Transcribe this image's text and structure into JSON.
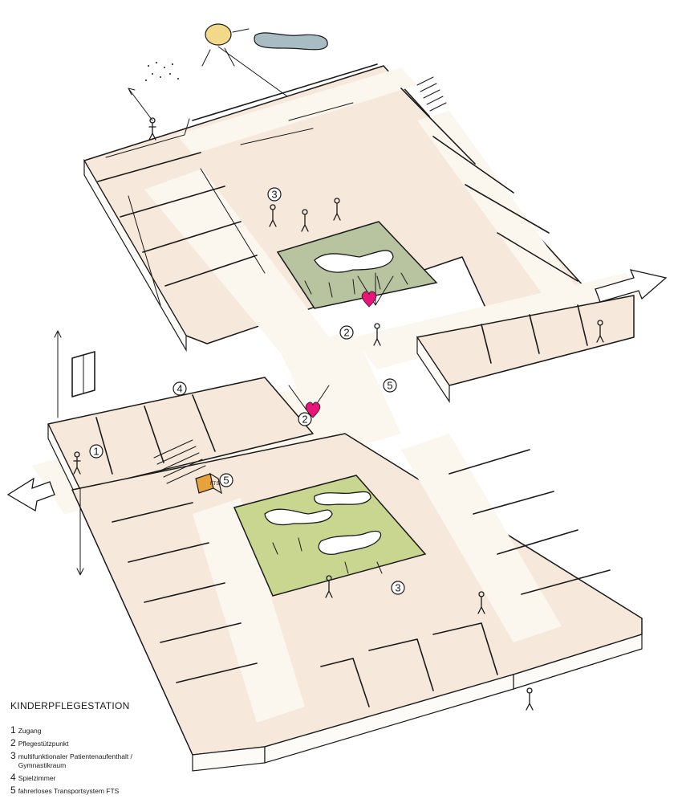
{
  "legend": {
    "title": "KINDERPFLEGESTATION",
    "items": [
      {
        "num": "1",
        "label": "Zugang"
      },
      {
        "num": "2",
        "label": "Pflegestützpunkt"
      },
      {
        "num": "3",
        "label": "multifunktionaler Patientenaufenthalt /\nGymnastikraum"
      },
      {
        "num": "4",
        "label": "Spielzimmer"
      },
      {
        "num": "5",
        "label": "fahrerloses Transportsystem FTS"
      }
    ]
  },
  "markers": [
    "1",
    "2",
    "2",
    "3",
    "3",
    "4",
    "5",
    "5"
  ],
  "fts_label": "FTS",
  "colors": {
    "floor": "#f6e9dc",
    "court_top": "#b8c3a0",
    "court_bottom": "#c8d690",
    "sun": "#f2d98a",
    "cloud": "#a8bcc4",
    "heart": "#e8147a",
    "fts_box": "#e8a23a"
  },
  "icons": [
    "sun-icon",
    "cloud-icon",
    "heart-icon",
    "exit-arrow-icon",
    "elevator-icon",
    "stairs-icon",
    "fts-robot-icon"
  ]
}
